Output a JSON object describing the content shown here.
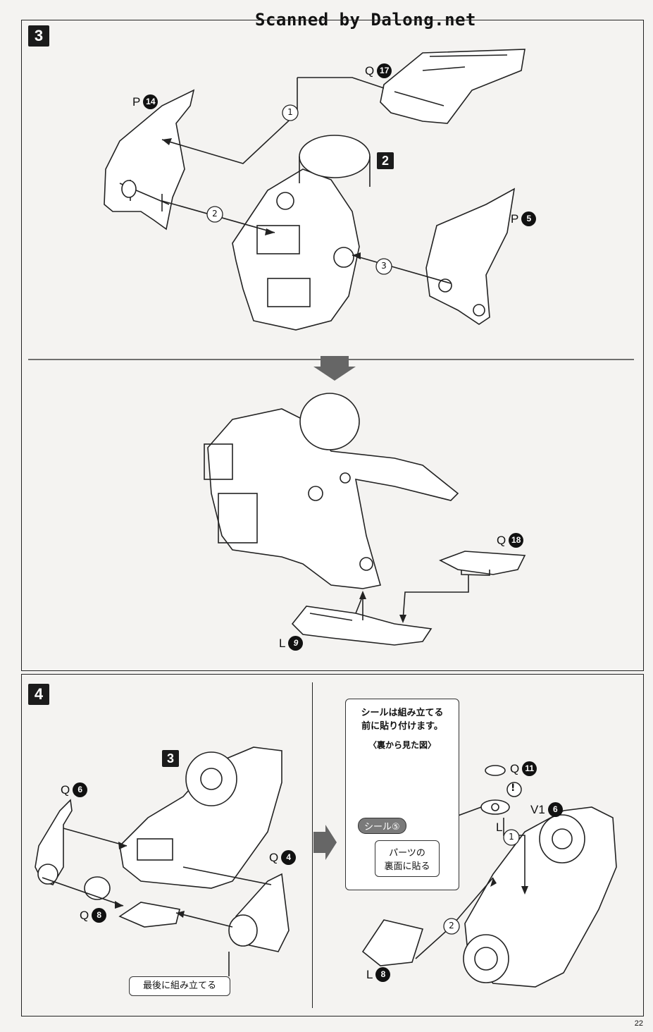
{
  "header": {
    "watermark": "Scanned by Dalong.net"
  },
  "step3": {
    "badge": "3",
    "sub_badge": "2",
    "parts": {
      "p14": {
        "letter": "P",
        "num": "14"
      },
      "q17": {
        "letter": "Q",
        "num": "17"
      },
      "p5": {
        "letter": "P",
        "num": "5"
      },
      "q18": {
        "letter": "Q",
        "num": "18"
      },
      "l9": {
        "letter": "L",
        "num": "9"
      }
    },
    "order": [
      "1",
      "2",
      "3"
    ]
  },
  "step4": {
    "badge": "4",
    "sub_badge": "3",
    "parts": {
      "q6": {
        "letter": "Q",
        "num": "6"
      },
      "q4": {
        "letter": "Q",
        "num": "4"
      },
      "q8": {
        "letter": "Q",
        "num": "8"
      },
      "q11": {
        "letter": "Q",
        "num": "11"
      },
      "v16": {
        "letter": "V1",
        "num": "6"
      },
      "l": {
        "letter": "L"
      },
      "l8": {
        "letter": "L",
        "num": "8"
      }
    },
    "order": [
      "1",
      "2"
    ],
    "assemble_last": "最後に組み立てる",
    "caution": "!",
    "note": {
      "line1": "シールは組み立てる",
      "line2": "前に貼り付けます。",
      "view_label": "〈裏から見た図〉",
      "sticker": "シール⑤",
      "line3": "パーツの",
      "line4": "裏面に貼る"
    }
  },
  "footer": {
    "page": "22"
  }
}
